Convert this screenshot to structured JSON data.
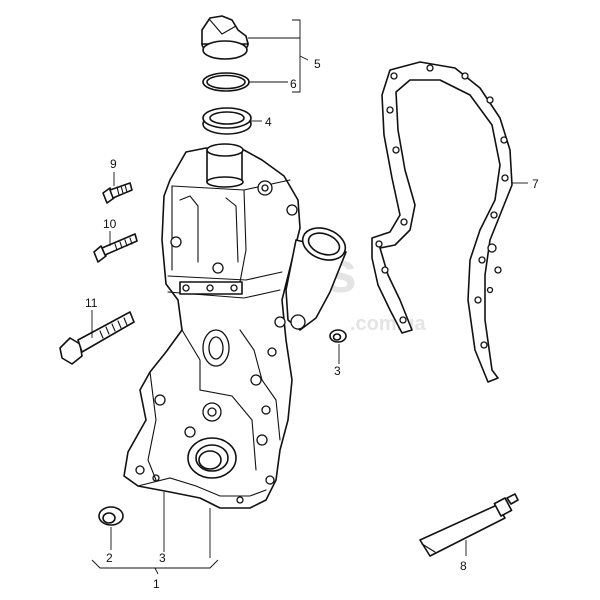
{
  "watermark": {
    "main": "parts",
    "sub": ".com.ua"
  },
  "callouts": {
    "c1": "1",
    "c2": "2",
    "c3a": "3",
    "c3b": "3",
    "c4": "4",
    "c5": "5",
    "c6": "6",
    "c7": "7",
    "c8": "8",
    "c9": "9",
    "c10": "10",
    "c11": "11"
  }
}
